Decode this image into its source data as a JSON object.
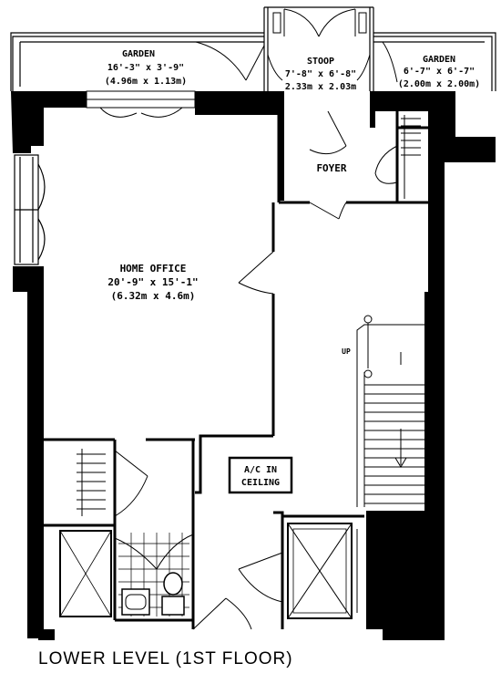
{
  "rooms": {
    "garden_left": {
      "name": "GARDEN",
      "dims_imperial": "16'-3\" x 3'-9\"",
      "dims_metric": "(4.96m x 1.13m)"
    },
    "stoop": {
      "name": "STOOP",
      "dims_imperial": "7'-8\" x 6'-8\"",
      "dims_metric": "2.33m x 2.03m"
    },
    "garden_right": {
      "name": "GARDEN",
      "dims_imperial": "6'-7\" x 6'-7\"",
      "dims_metric": "(2.00m x 2.00m)"
    },
    "foyer": {
      "name": "FOYER"
    },
    "home_office": {
      "name": "HOME OFFICE",
      "dims_imperial": "20'-9\" x 15'-1\"",
      "dims_metric": "(6.32m x 4.6m)"
    }
  },
  "labels": {
    "stair_up": "UP",
    "ac_line1": "A/C IN",
    "ac_line2": "CEILING"
  },
  "caption": "LOWER LEVEL (1ST FLOOR)"
}
